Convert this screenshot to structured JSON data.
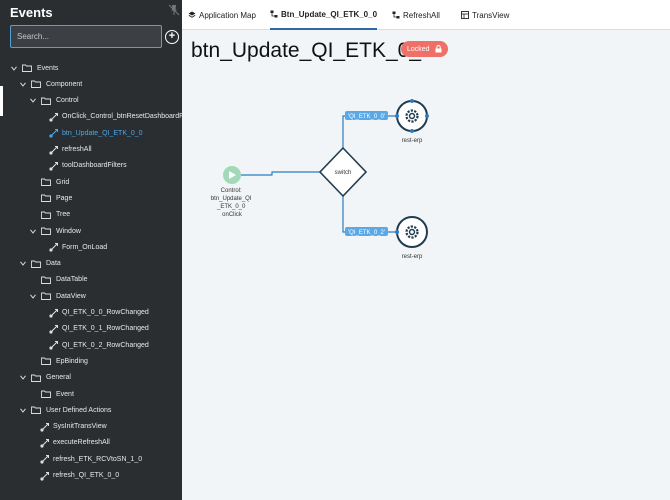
{
  "sidebar": {
    "title": "Events",
    "search_placeholder": "Search...",
    "tree": [
      {
        "label": "Events",
        "kind": "folder",
        "expanded": true,
        "level": 0
      },
      {
        "label": "Component",
        "kind": "folder",
        "expanded": true,
        "level": 1
      },
      {
        "label": "Control",
        "kind": "folder",
        "expanded": true,
        "level": 2
      },
      {
        "label": "OnClick_Control_btnResetDashboardFilters",
        "kind": "leaf",
        "level": 3
      },
      {
        "label": "btn_Update_QI_ETK_0_0",
        "kind": "leaf",
        "level": 3,
        "selected": true
      },
      {
        "label": "refreshAll",
        "kind": "leaf",
        "level": 3
      },
      {
        "label": "toolDashboardFilters",
        "kind": "leaf",
        "level": 3
      },
      {
        "label": "Grid",
        "kind": "folder",
        "level": 2
      },
      {
        "label": "Page",
        "kind": "folder",
        "level": 2
      },
      {
        "label": "Tree",
        "kind": "folder",
        "level": 2
      },
      {
        "label": "Window",
        "kind": "folder",
        "expanded": true,
        "level": 2
      },
      {
        "label": "Form_OnLoad",
        "kind": "leaf",
        "level": 3
      },
      {
        "label": "Data",
        "kind": "folder",
        "expanded": true,
        "level": 1
      },
      {
        "label": "DataTable",
        "kind": "folder",
        "level": 2
      },
      {
        "label": "DataView",
        "kind": "folder",
        "expanded": true,
        "level": 2
      },
      {
        "label": "QI_ETK_0_0_RowChanged",
        "kind": "leaf",
        "level": 3
      },
      {
        "label": "QI_ETK_0_1_RowChanged",
        "kind": "leaf",
        "level": 3
      },
      {
        "label": "QI_ETK_0_2_RowChanged",
        "kind": "leaf",
        "level": 3
      },
      {
        "label": "EpBinding",
        "kind": "folder",
        "level": 2
      },
      {
        "label": "General",
        "kind": "folder",
        "expanded": true,
        "level": 1
      },
      {
        "label": "Event",
        "kind": "folder",
        "level": 2
      },
      {
        "label": "User Defined Actions",
        "kind": "folder",
        "expanded": true,
        "level": 1
      },
      {
        "label": "SysInitTransView",
        "kind": "leaf",
        "level": 2
      },
      {
        "label": "executeRefreshAll",
        "kind": "leaf",
        "level": 2
      },
      {
        "label": "refresh_ETK_RCVtoSN_1_0",
        "kind": "leaf",
        "level": 2
      },
      {
        "label": "refresh_QI_ETK_0_0",
        "kind": "leaf",
        "level": 2
      }
    ]
  },
  "tabs": [
    {
      "label": "Application Map",
      "icon": "layers-icon"
    },
    {
      "label": "Btn_Update_QI_ETK_0_0",
      "icon": "flow-icon",
      "active": true
    },
    {
      "label": "RefreshAll",
      "icon": "flow-icon"
    },
    {
      "label": "TransView",
      "icon": "grid-icon"
    }
  ],
  "main": {
    "title": "btn_Update_QI_ETK_0_0",
    "badge": "Locked"
  },
  "flow": {
    "start_label_lines": [
      "Control:",
      "btn_Update_QI",
      "_ETK_0_0",
      "onClick"
    ],
    "switch_label": "switch",
    "edge_top_label": "'QI_ETK_0_0'",
    "edge_bottom_label": "'QI_ETK_0_2'",
    "action_top_label": "rest-erp",
    "action_bottom_label": "rest-erp"
  },
  "colors": {
    "sidebar_bg": "#2b2e31",
    "accent": "#2d6aa3",
    "selected_text": "#4aa8e8",
    "badge": "#ef7067",
    "start_node": "#a3d9b8",
    "edge_label_bg": "#5aa9e6",
    "node_stroke": "#1f3d4f"
  }
}
